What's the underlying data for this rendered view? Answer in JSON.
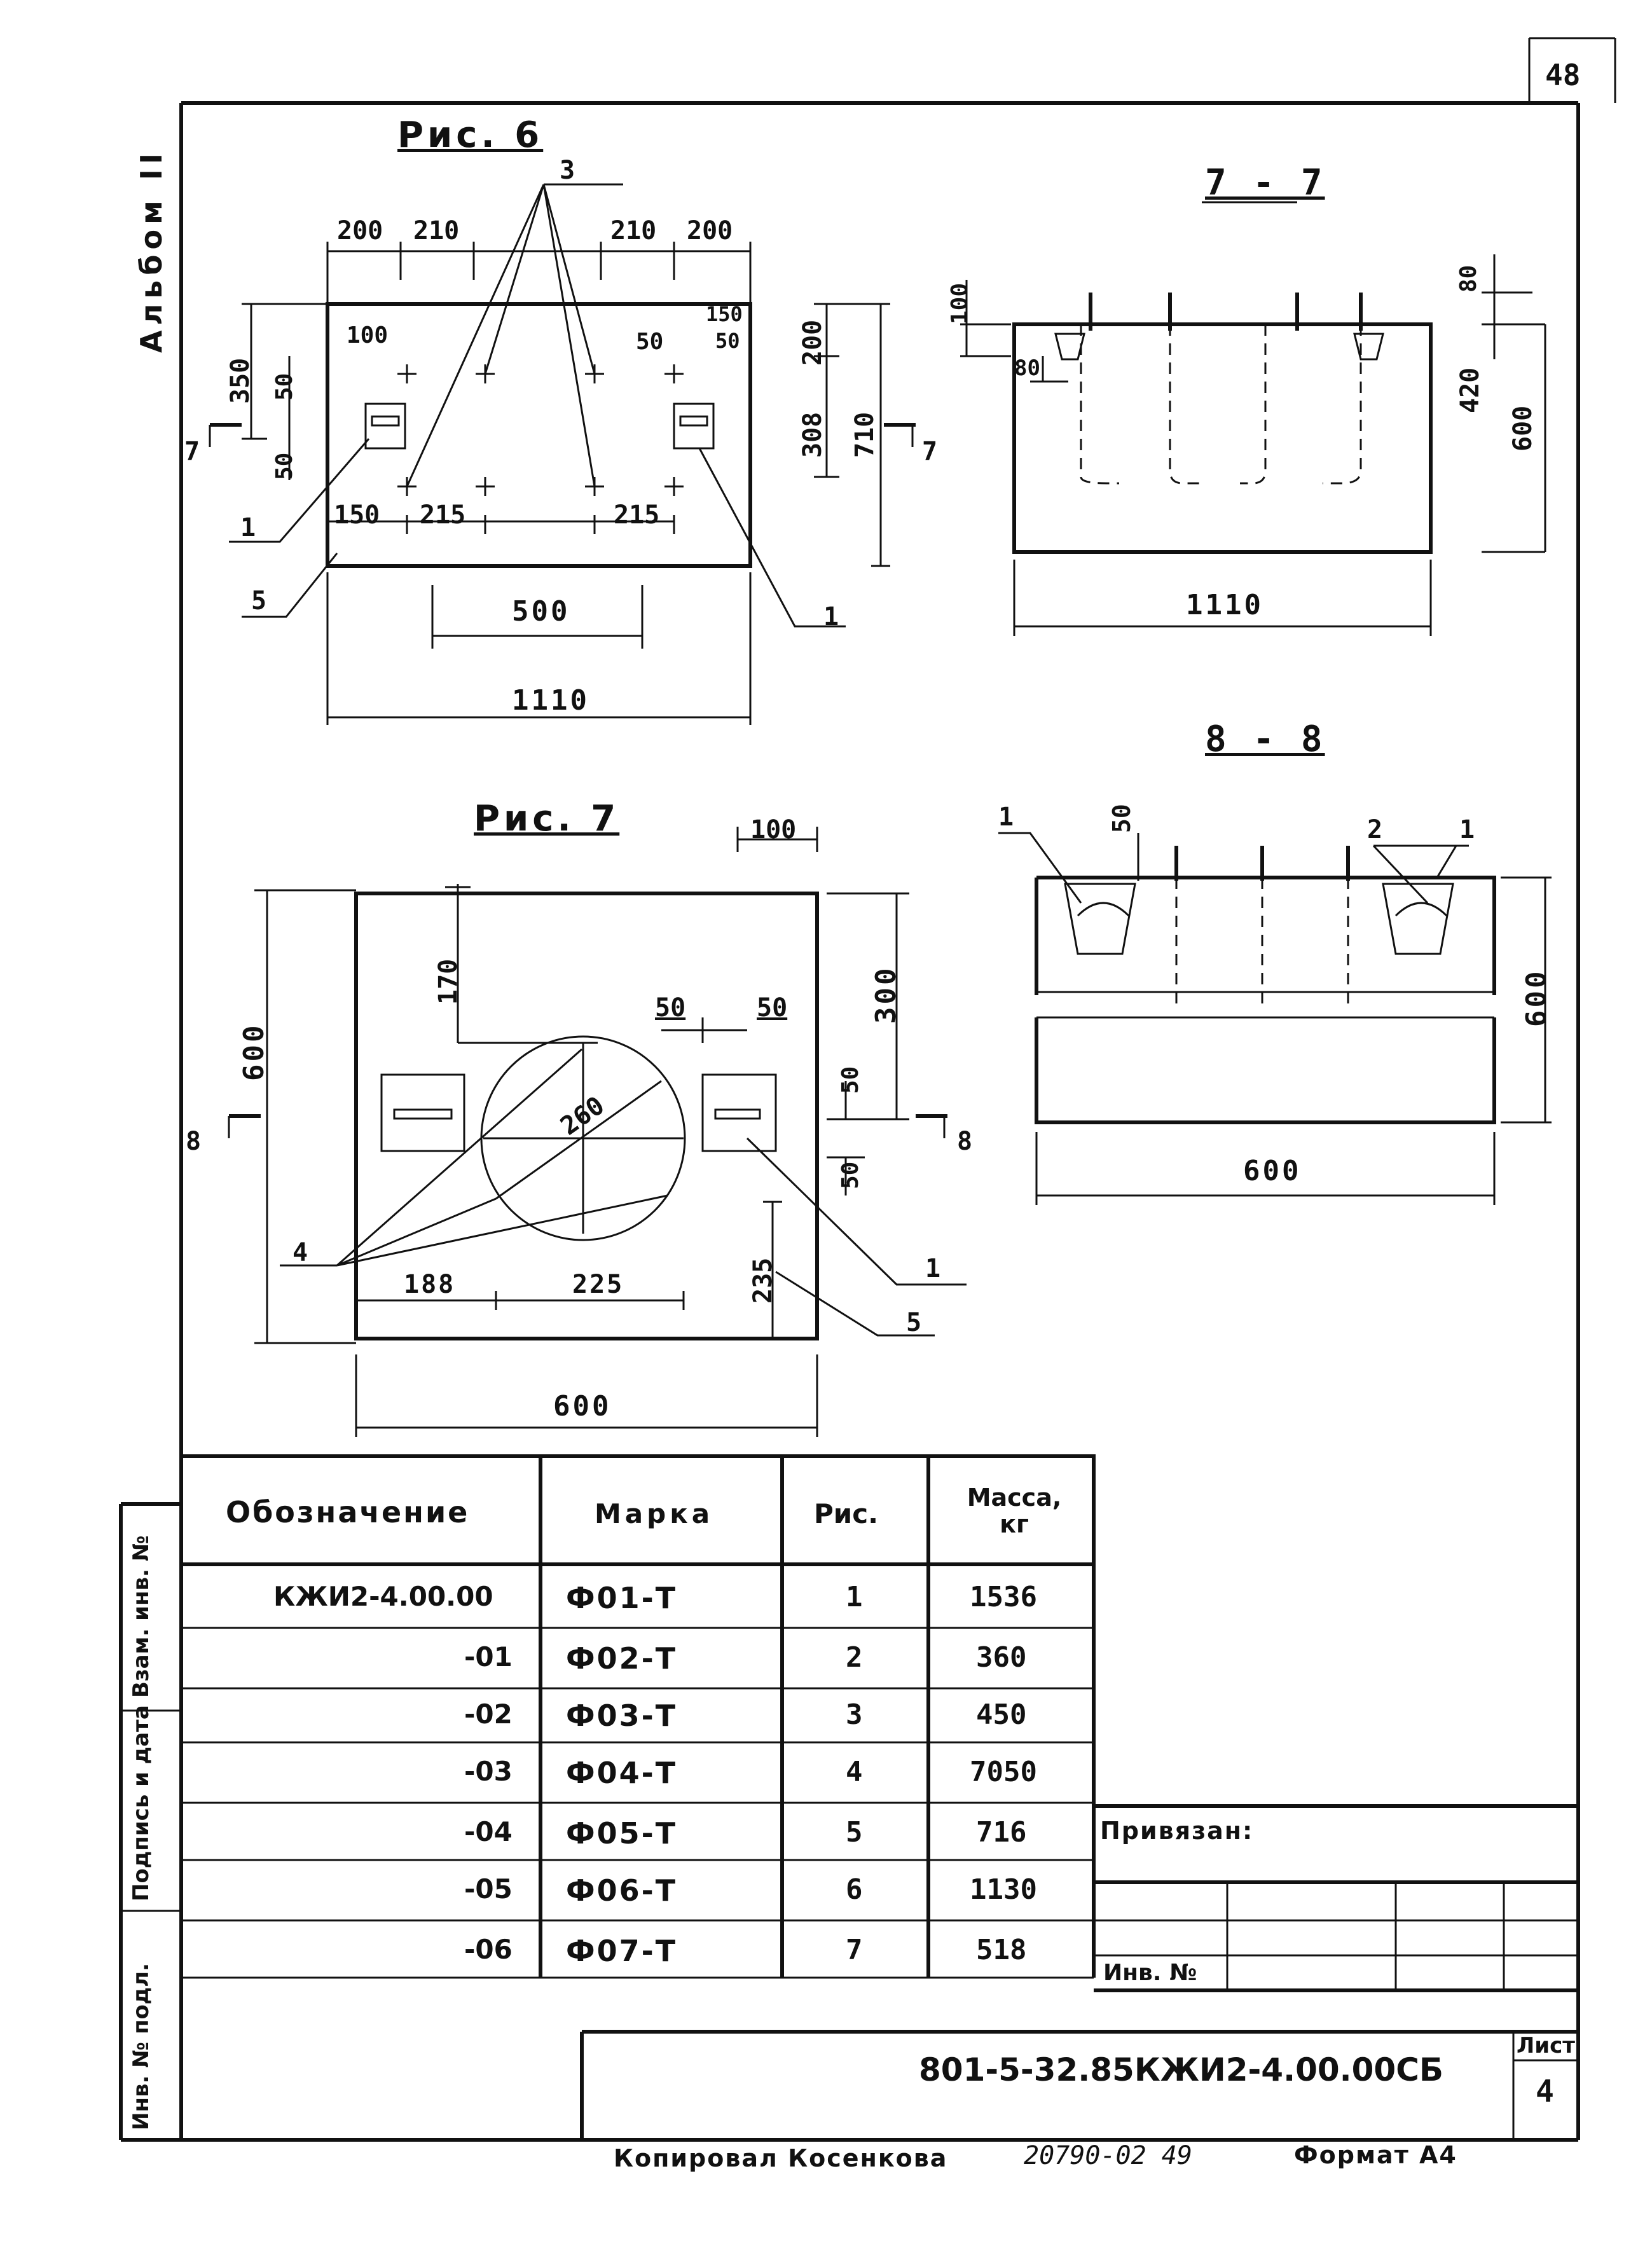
{
  "page_number": "48",
  "album_label": "Альбом II",
  "fig6": {
    "title": "Рис. 6",
    "dims": {
      "d200a": "200",
      "d210a": "210",
      "d210b": "210",
      "d200b": "200",
      "d350": "350",
      "d50a": "50",
      "d50b": "50",
      "d100": "100",
      "d50c": "50",
      "d150a": "150",
      "d50d": "50",
      "d200c": "200",
      "d308": "308",
      "d710": "710",
      "d150b": "150",
      "d215a": "215",
      "d215b": "215",
      "d500": "500",
      "d1110": "1110"
    },
    "callouts": {
      "c3": "3",
      "c1a": "1",
      "c5": "5",
      "c1b": "1"
    },
    "section_marks": {
      "left": "7",
      "right": "7"
    }
  },
  "sec77": {
    "title": "7 - 7",
    "dims": {
      "d100": "100",
      "d80a": "80",
      "d80b": "80",
      "d420": "420",
      "d600": "600",
      "d1110": "1110"
    }
  },
  "fig7": {
    "title": "Рис. 7",
    "dims": {
      "d100": "100",
      "d170": "170",
      "d600": "600",
      "d300": "300",
      "d50a": "50",
      "d50b": "50",
      "d50c": "50",
      "d50d": "50",
      "d260": "260",
      "d188": "188",
      "d225": "225",
      "d235": "235",
      "d600b": "600"
    },
    "callouts": {
      "c4": "4",
      "c1": "1",
      "c5": "5"
    },
    "section_marks": {
      "left": "8",
      "right": "8"
    }
  },
  "sec88": {
    "title": "8 - 8",
    "dims": {
      "d50": "50",
      "d600": "600",
      "d600b": "600"
    },
    "callouts": {
      "c1a": "1",
      "c2": "2",
      "c1b": "1"
    }
  },
  "table": {
    "headers": [
      "Обозначение",
      "Марка",
      "Рис.",
      "Масса, кг"
    ],
    "rows": [
      {
        "designation": "КЖИ2-4.00.00",
        "mark": "Ф01-Т",
        "fig": "1",
        "mass": "1536"
      },
      {
        "designation": "-01",
        "mark": "Ф02-Т",
        "fig": "2",
        "mass": "360"
      },
      {
        "designation": "-02",
        "mark": "Ф03-Т",
        "fig": "3",
        "mass": "450"
      },
      {
        "designation": "-03",
        "mark": "Ф04-Т",
        "fig": "4",
        "mass": "7050"
      },
      {
        "designation": "-04",
        "mark": "Ф05-Т",
        "fig": "5",
        "mass": "716"
      },
      {
        "designation": "-05",
        "mark": "Ф06-Т",
        "fig": "6",
        "mass": "1130"
      },
      {
        "designation": "-06",
        "mark": "Ф07-Т",
        "fig": "7",
        "mass": "518"
      }
    ]
  },
  "side_labels": {
    "vzam": "Взам. инв. №",
    "podpis": "Подпись и дата",
    "inv_podl": "Инв. № подл."
  },
  "title_block": {
    "privyazan": "Привязан:",
    "inv": "Инв. №",
    "code": "801-5-32.85КЖИ2-4.00.00СБ",
    "sheet_label": "Лист",
    "sheet_number": "4"
  },
  "footer": {
    "copied": "Копировал Косенкова",
    "order": "20790-02 49",
    "format": "Формат А4"
  }
}
